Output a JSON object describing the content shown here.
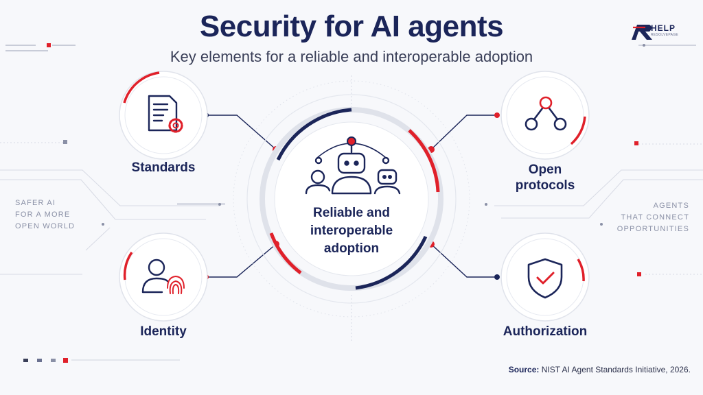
{
  "header": {
    "title": "Security for AI agents",
    "subtitle": "Key elements for a reliable and interoperable adoption"
  },
  "logo": {
    "name": "HELP",
    "sub": "RESOLVEPAGE"
  },
  "center": {
    "label_line1": "Reliable and",
    "label_line2": "interoperable",
    "label_line3": "adoption",
    "icon": "robot-group-icon"
  },
  "nodes": {
    "standards": {
      "label": "Standards",
      "icon": "document-gear-icon"
    },
    "open_protocols": {
      "label_line1": "Open",
      "label_line2": "protocols",
      "icon": "network-nodes-icon"
    },
    "identity": {
      "label": "Identity",
      "icon": "user-fingerprint-icon"
    },
    "authorization": {
      "label": "Authorization",
      "icon": "shield-check-icon"
    }
  },
  "side_left": {
    "line1": "SAFER AI",
    "line2": "FOR A MORE",
    "line3": "OPEN WORLD"
  },
  "side_right": {
    "line1": "AGENTS",
    "line2": "THAT CONNECT",
    "line3": "OPPORTUNITIES"
  },
  "source": {
    "label": "Source:",
    "text": " NIST AI Agent Standards Initiative, 2026."
  },
  "colors": {
    "navy": "#1b2559",
    "red": "#e0202a",
    "gray": "#c3c7d4",
    "background": "#f7f8fb"
  }
}
